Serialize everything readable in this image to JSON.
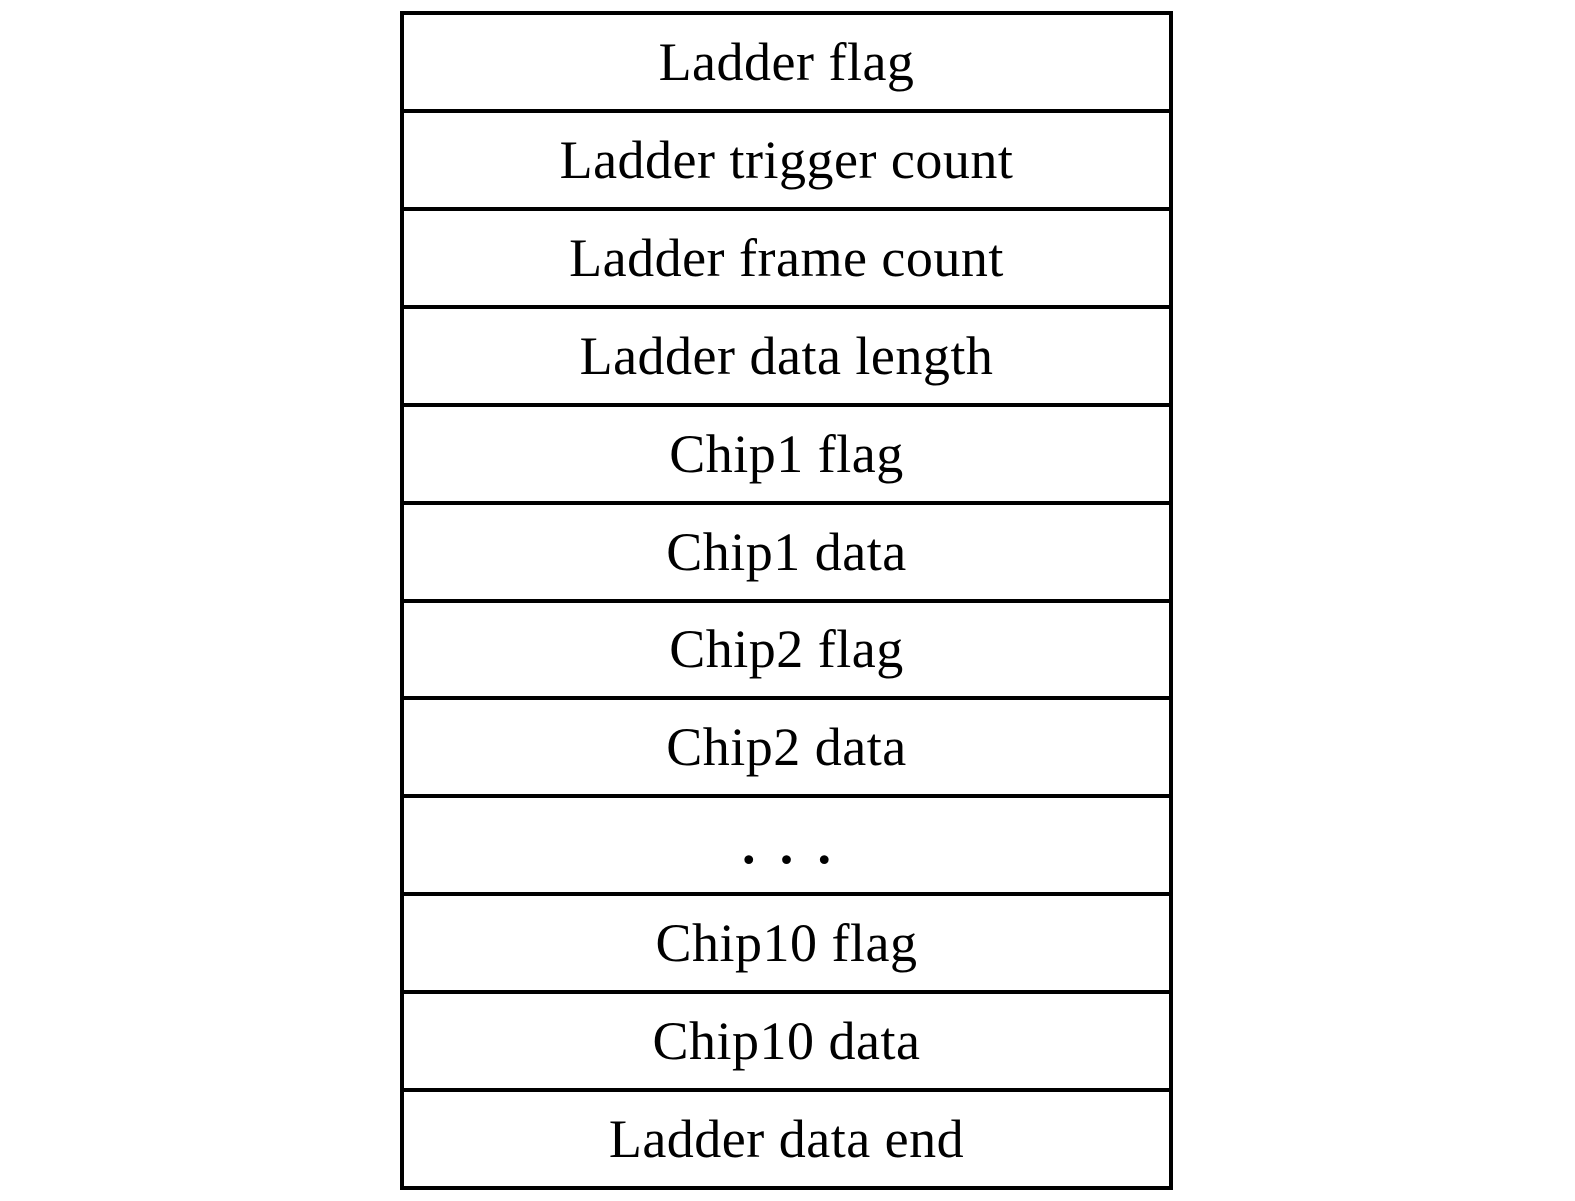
{
  "diagram": {
    "rows": [
      {
        "label": "Ladder flag",
        "kind": "field"
      },
      {
        "label": "Ladder trigger count",
        "kind": "field"
      },
      {
        "label": "Ladder frame count",
        "kind": "field"
      },
      {
        "label": "Ladder data length",
        "kind": "field"
      },
      {
        "label": "Chip1 flag",
        "kind": "field"
      },
      {
        "label": "Chip1 data",
        "kind": "field"
      },
      {
        "label": "Chip2 flag",
        "kind": "field"
      },
      {
        "label": "Chip2 data",
        "kind": "field"
      },
      {
        "label": "...",
        "kind": "ellipsis"
      },
      {
        "label": "Chip10 flag",
        "kind": "field"
      },
      {
        "label": "Chip10 data",
        "kind": "field"
      },
      {
        "label": "Ladder data end",
        "kind": "field"
      }
    ],
    "colors": {
      "line": "#000000",
      "text": "#000000",
      "background": "#ffffff"
    }
  }
}
